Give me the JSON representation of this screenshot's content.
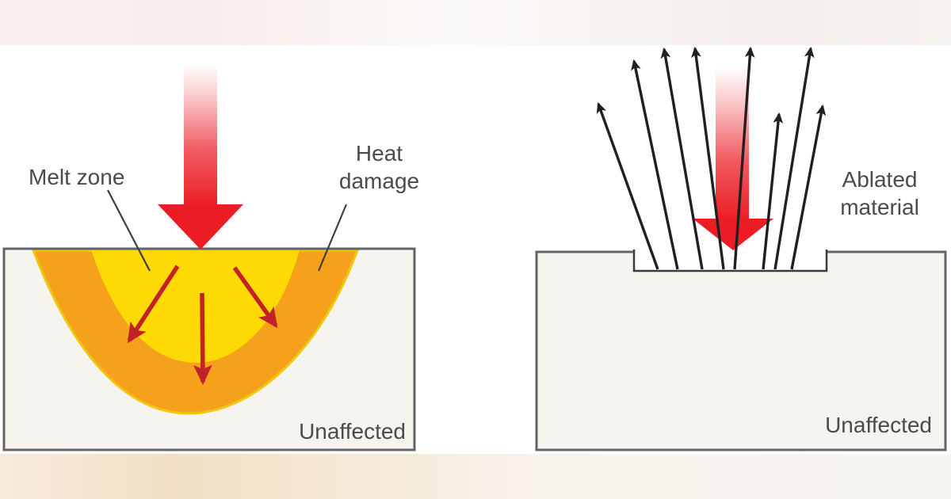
{
  "figure": {
    "description": "Comparison diagram of laser-material interaction: long-pulse melting versus ultrafast ablation"
  },
  "panels": {
    "long_pulse": {
      "labels": {
        "melt_zone": "Melt zone",
        "heat_damage_lines": [
          "Heat",
          "damage"
        ],
        "unaffected": "Unaffected"
      }
    },
    "ultrafast": {
      "labels": {
        "ablated_material_lines": [
          "Ablated",
          "material"
        ],
        "unaffected": "Unaffected"
      }
    }
  },
  "colors": {
    "laser_red": "#ec1c24",
    "melt_yellow": "#ffd903",
    "heat_orange": "#f6a11b",
    "heat_outline_gold": "#eec90e",
    "ejecta_red_dark": "#c22127",
    "arrow_black": "#211f1f",
    "notch_outline": "#3c3c3e",
    "substrate_fill": "#f6f4ee",
    "substrate_border": "#636467",
    "label_text": "#4b4b4d",
    "leader_line": "#3f3f41"
  }
}
